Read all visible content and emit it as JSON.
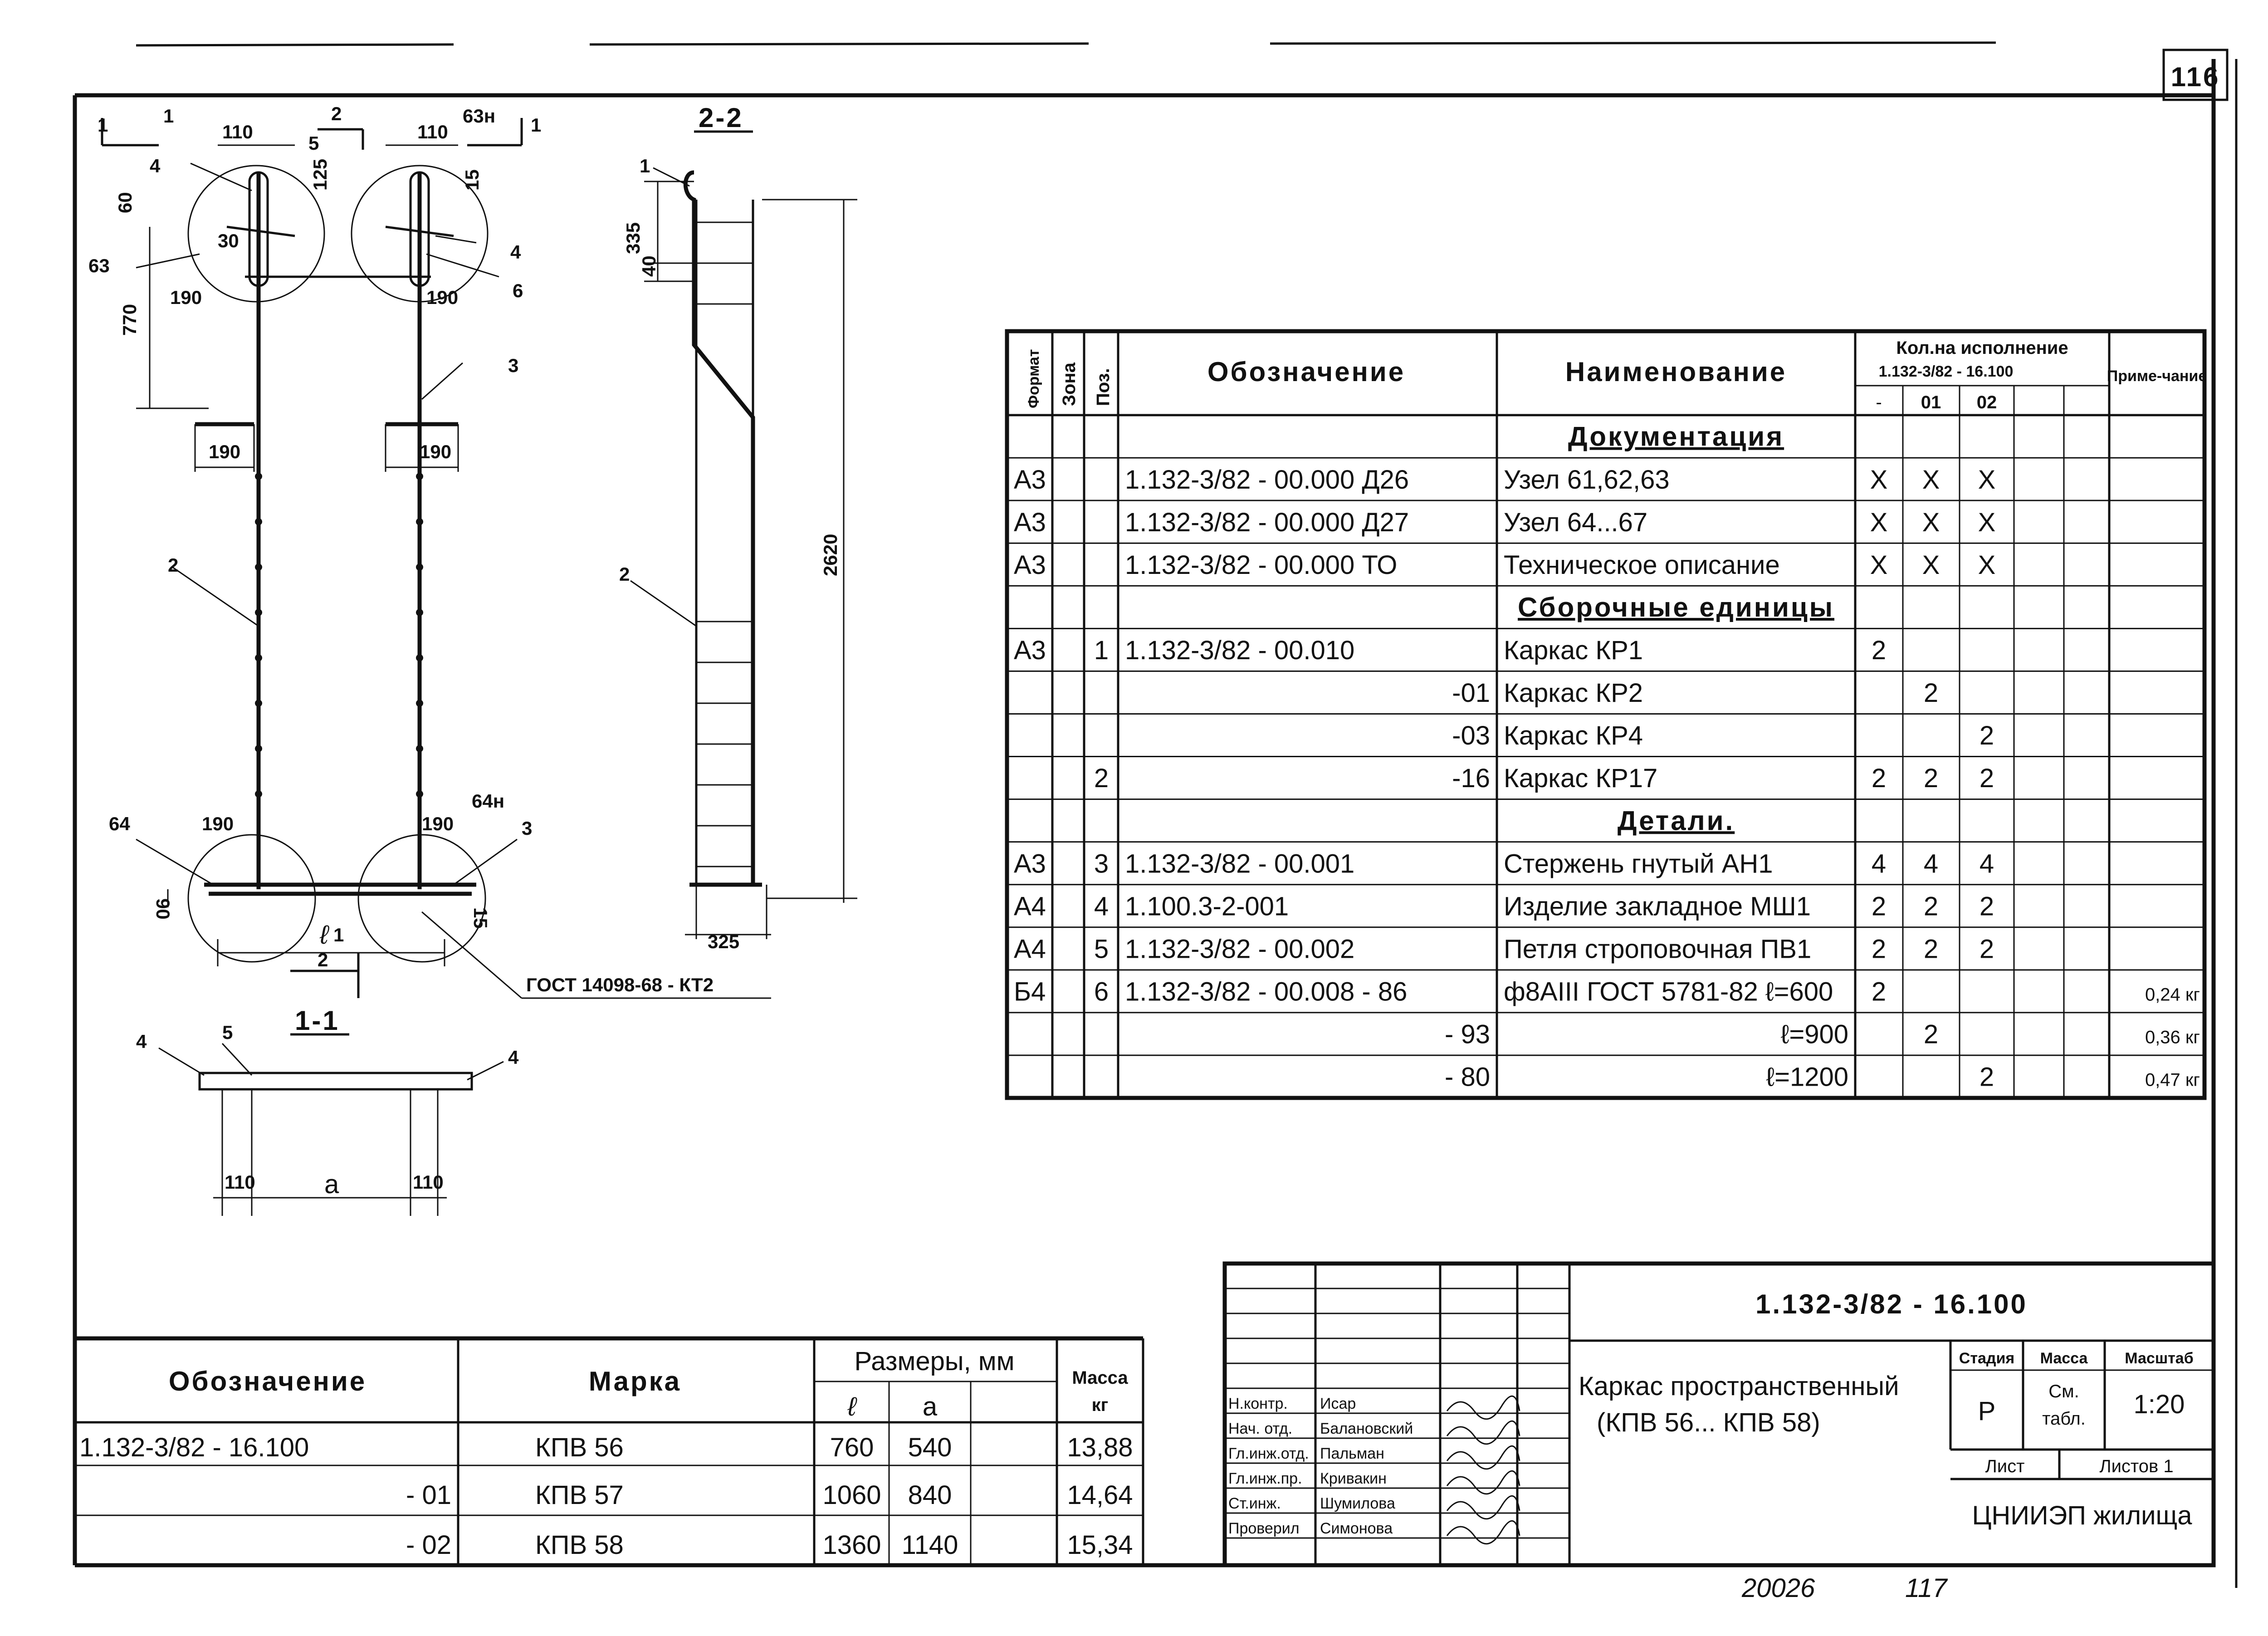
{
  "sheet_number": "116",
  "footer_notes": [
    "20026",
    "117"
  ],
  "drawing": {
    "section_11_label": "1-1",
    "section_22_label": "2-2",
    "section_markers": [
      "1",
      "2",
      "2",
      "1"
    ],
    "callouts_main": [
      "1",
      "4",
      "5",
      "6",
      "4",
      "3",
      "2",
      "3",
      "64",
      "64н",
      "63",
      "63н",
      "1"
    ],
    "callouts_22": [
      "1",
      "2"
    ],
    "callouts_11": [
      "4",
      "5",
      "4"
    ],
    "dims_main": [
      "110",
      "110",
      "125",
      "60",
      "15",
      "30",
      "190",
      "190",
      "770",
      "190",
      "190",
      "190",
      "190",
      "90",
      "15",
      "ℓ"
    ],
    "dims_22": [
      "335",
      "40",
      "2620",
      "325"
    ],
    "dims_11": [
      "110",
      "a",
      "110"
    ],
    "gost_note": "ГОСТ 14098-68 - КТ2"
  },
  "spec_table": {
    "headers": {
      "format": "Формат",
      "zone": "Зона",
      "pos": "Поз.",
      "designation": "Обозначение",
      "name": "Наименование",
      "qty_title": "Кол.на исполнение",
      "qty_doc": "1.132-3/82 - 16.100",
      "qty_cols": [
        "-",
        "01",
        "02"
      ],
      "note": "Приме-чание"
    },
    "rows": [
      {
        "section": "Документация"
      },
      {
        "format": "А3",
        "zone": "",
        "pos": "",
        "designation": "1.132-3/82 - 00.000 Д26",
        "name": "Узел 61,62,63",
        "q0": "X",
        "q1": "X",
        "q2": "X",
        "note": ""
      },
      {
        "format": "А3",
        "zone": "",
        "pos": "",
        "designation": "1.132-3/82 - 00.000 Д27",
        "name": "Узел 64...67",
        "q0": "X",
        "q1": "X",
        "q2": "X",
        "note": ""
      },
      {
        "format": "А3",
        "zone": "",
        "pos": "",
        "designation": "1.132-3/82 - 00.000 ТО",
        "name": "Техническое описание",
        "q0": "X",
        "q1": "X",
        "q2": "X",
        "note": ""
      },
      {
        "section": "Сборочные единицы"
      },
      {
        "format": "А3",
        "zone": "",
        "pos": "1",
        "designation": "1.132-3/82 - 00.010",
        "name": "Каркас КР1",
        "q0": "2",
        "q1": "",
        "q2": "",
        "note": ""
      },
      {
        "format": "",
        "zone": "",
        "pos": "",
        "designation": "-01",
        "name": "Каркас КР2",
        "q0": "",
        "q1": "2",
        "q2": "",
        "note": ""
      },
      {
        "format": "",
        "zone": "",
        "pos": "",
        "designation": "-03",
        "name": "Каркас КР4",
        "q0": "",
        "q1": "",
        "q2": "2",
        "note": ""
      },
      {
        "format": "",
        "zone": "",
        "pos": "2",
        "designation": "-16",
        "name": "Каркас КР17",
        "q0": "2",
        "q1": "2",
        "q2": "2",
        "note": ""
      },
      {
        "section": "Детали."
      },
      {
        "format": "А3",
        "zone": "",
        "pos": "3",
        "designation": "1.132-3/82 - 00.001",
        "name": "Стержень гнутый АН1",
        "q0": "4",
        "q1": "4",
        "q2": "4",
        "note": ""
      },
      {
        "format": "А4",
        "zone": "",
        "pos": "4",
        "designation": "1.100.3-2-001",
        "name": "Изделие закладное МШ1",
        "q0": "2",
        "q1": "2",
        "q2": "2",
        "note": ""
      },
      {
        "format": "А4",
        "zone": "",
        "pos": "5",
        "designation": "1.132-3/82 - 00.002",
        "name": "Петля строповочная ПВ1",
        "q0": "2",
        "q1": "2",
        "q2": "2",
        "note": ""
      },
      {
        "format": "Б4",
        "zone": "",
        "pos": "6",
        "designation": "1.132-3/82 - 00.008 - 86",
        "name": "ф8АIII ГОСТ 5781-82 ℓ=600",
        "q0": "2",
        "q1": "",
        "q2": "",
        "note": "0,24 кг"
      },
      {
        "format": "",
        "zone": "",
        "pos": "",
        "designation": "- 93",
        "name": "ℓ=900",
        "q0": "",
        "q1": "2",
        "q2": "",
        "note": "0,36 кг"
      },
      {
        "format": "",
        "zone": "",
        "pos": "",
        "designation": "- 80",
        "name": "ℓ=1200",
        "q0": "",
        "q1": "",
        "q2": "2",
        "note": "0,47 кг"
      }
    ]
  },
  "size_table": {
    "headers": {
      "designation": "Обозначение",
      "mark": "Марка",
      "sizes": "Размеры, мм",
      "l": "ℓ",
      "a": "a",
      "mass": "Масса",
      "mass_unit": "кг"
    },
    "rows": [
      {
        "designation": "1.132-3/82 - 16.100",
        "mark": "КПВ 56",
        "l": "760",
        "a": "540",
        "mass": "13,88"
      },
      {
        "designation": "- 01",
        "mark": "КПВ 57",
        "l": "1060",
        "a": "840",
        "mass": "14,64"
      },
      {
        "designation": "- 02",
        "mark": "КПВ 58",
        "l": "1360",
        "a": "1140",
        "mass": "15,34"
      }
    ]
  },
  "title_block": {
    "doc_number": "1.132-3/82 - 16.100",
    "title_line1": "Каркас пространственный",
    "title_line2": "(КПВ 56... КПВ 58)",
    "stage_label": "Стадия",
    "stage": "Р",
    "mass_label": "Масса",
    "mass_value_line1": "См.",
    "mass_value_line2": "табл.",
    "scale_label": "Масштаб",
    "scale": "1:20",
    "sheet_label": "Лист",
    "sheets_label": "Листов 1",
    "org": "ЦНИИЭП жилища",
    "roles": [
      {
        "role": "Н.контр.",
        "name": "Исар"
      },
      {
        "role": "Нач. отд.",
        "name": "Балановский"
      },
      {
        "role": "Гл.инж.отд.",
        "name": "Пальман"
      },
      {
        "role": "Гл.инж.пр.",
        "name": "Кривакин"
      },
      {
        "role": "Ст.инж.",
        "name": "Шумилова"
      },
      {
        "role": "Проверил",
        "name": "Симонова"
      }
    ]
  }
}
